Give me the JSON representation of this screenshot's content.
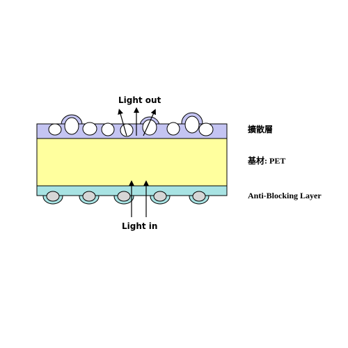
{
  "labels": {
    "light_out": "Light out",
    "light_in": "Light in",
    "diffusion_layer": "擴散層",
    "substrate": "基材: PET",
    "anti_blocking": "Anti-Blocking Layer"
  },
  "colors": {
    "diffusion_layer": "#c4c4f2",
    "substrate": "#ffff9e",
    "anti_blocking": "#a8e3e3",
    "bead_fill": "#ffffff",
    "ab_bead_fill": "#d6d6d6",
    "outline": "#000000"
  }
}
